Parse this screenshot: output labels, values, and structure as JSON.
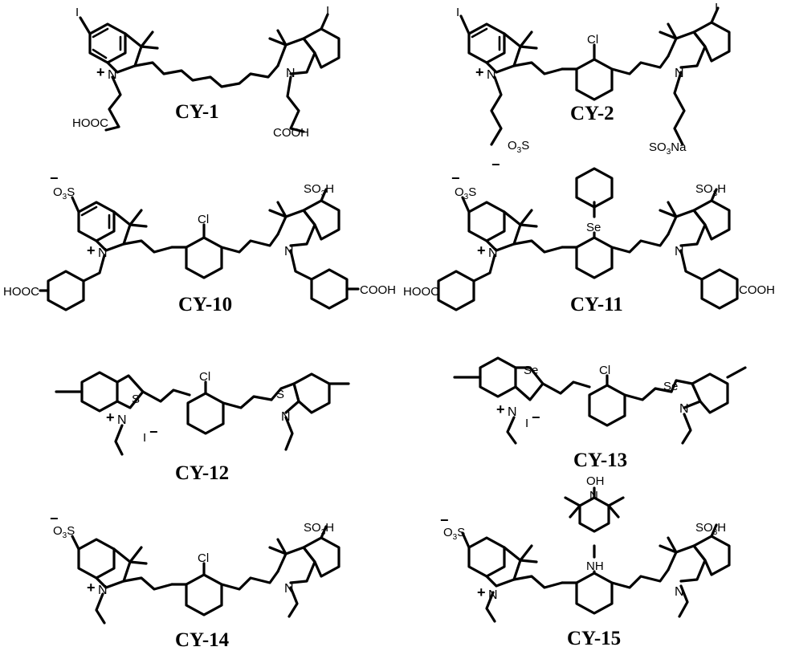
{
  "compounds": [
    {
      "id": "CY-1",
      "substituents": {
        "left_top": "I",
        "right_top": "I",
        "left_acid": "HOOC",
        "right_acid": "COOH",
        "n_left": "N",
        "n_right": "N",
        "charge": "+"
      }
    },
    {
      "id": "CY-2",
      "substituents": {
        "left_top": "I",
        "right_top": "I",
        "meso": "Cl",
        "left_sulfo": "SO3",
        "right_sulfo": "SO3Na",
        "n_left": "N",
        "n_right": "N",
        "charge": "+",
        "anion": "−"
      }
    },
    {
      "id": "CY-10",
      "substituents": {
        "left_top": "SO3",
        "right_top": "SO3H",
        "meso": "Cl",
        "left_acid": "HOOC",
        "right_acid": "COOH",
        "n_left": "N",
        "n_right": "N",
        "charge": "+",
        "anion": "−"
      }
    },
    {
      "id": "CY-11",
      "substituents": {
        "left_top": "SO3",
        "right_top": "SO3H",
        "meso": "Se",
        "left_acid": "HOOC",
        "right_acid": "COOH",
        "n_left": "N",
        "n_right": "N",
        "charge": "+",
        "anion": "−"
      }
    },
    {
      "id": "CY-12",
      "substituents": {
        "heteroatom": "S",
        "meso": "Cl",
        "counterion": "I",
        "n_left": "N",
        "n_right": "N",
        "charge": "+",
        "anion": "−"
      }
    },
    {
      "id": "CY-13",
      "substituents": {
        "heteroatom": "Se",
        "meso": "Cl",
        "counterion": "I",
        "n_left": "N",
        "n_right": "N",
        "charge": "+",
        "anion": "−"
      }
    },
    {
      "id": "CY-14",
      "substituents": {
        "left_top": "SO3",
        "right_top": "SO3H",
        "meso": "Cl",
        "n_left": "N",
        "n_right": "N",
        "charge": "+",
        "anion": "−"
      }
    },
    {
      "id": "CY-15",
      "substituents": {
        "left_top": "SO3",
        "right_top": "SO3H",
        "meso_amine": "NH",
        "nitroxide_n": "N",
        "nitroxide_oh": "OH",
        "n_left": "N",
        "n_right": "N",
        "charge": "+",
        "anion": "−"
      }
    }
  ]
}
